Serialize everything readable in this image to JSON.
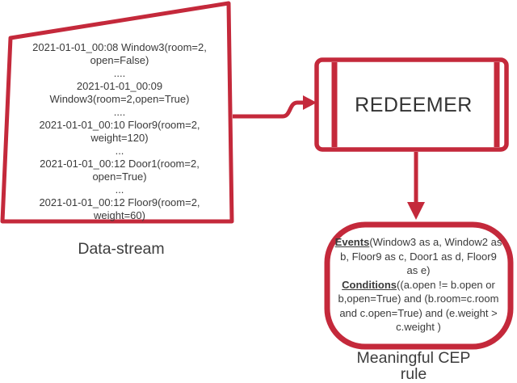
{
  "colors": {
    "accent_red": "#C4293B",
    "text_dark": "#3A3A3A"
  },
  "data_stream": {
    "caption": "Data-stream",
    "lines": [
      "2021-01-01_00:08  Window3(room=2, open=False)",
      "....",
      "2021-01-01_00:09 Window3(room=2,open=True)",
      "....",
      "2021-01-01_00:10 Floor9(room=2, weight=120)",
      "...",
      "2021-01-01_00:12 Door1(room=2, open=True)",
      "...",
      "2021-01-01_00:12 Floor9(room=2, weight=60)"
    ]
  },
  "redeemer": {
    "label": "REDEEMER"
  },
  "cep_rule": {
    "caption": "Meaningful CEP rule",
    "events_keyword": "Events",
    "events_text": "(Window3 as a, Window2 as b, Floor9 as c, Door1 as d, Floor9 as e)",
    "conditions_keyword": "Conditions",
    "conditions_text": "((a.open != b.open or b,open=True) and (b.room=c.room and c.open=True) and (e.weight > c.weight )"
  }
}
